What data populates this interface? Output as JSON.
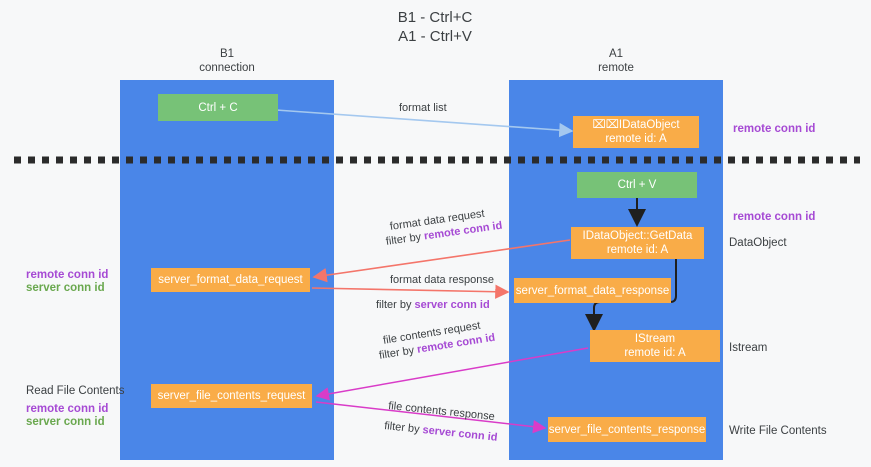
{
  "title": "B1 - Ctrl+C\nA1 - Ctrl+V",
  "columns": [
    {
      "name": "B1",
      "sub": "connection",
      "header": "B1\nconnection"
    },
    {
      "name": "A1",
      "sub": "remote",
      "header": "A1\nremote"
    }
  ],
  "nodes": {
    "ctrl_c": "Ctrl + C",
    "ctrl_v": "Ctrl + V",
    "idataobject_l1": "⌧⌧IDataObject",
    "idataobject_l2": "remote id: A",
    "getdata_l1": "IDataObject::GetData",
    "getdata_l2": "remote id: A",
    "istream_l1": "IStream",
    "istream_l2": "remote id: A",
    "server_format_data_request": "server_format_data_request",
    "server_format_data_response": "server_format_data_response",
    "server_file_contents_request": "server_file_contents_request",
    "server_file_contents_response": "server_file_contents_response"
  },
  "edges": {
    "format_list": "format list",
    "format_data_request": "format data request",
    "format_data_request_filter_pre": "filter by ",
    "format_data_request_filter_key": "remote conn id",
    "format_data_response": "format data response",
    "format_data_response_filter_pre": "filter by ",
    "format_data_response_filter_key": "server conn id",
    "file_contents_request": "file contents request",
    "file_contents_request_filter_pre": "filter by ",
    "file_contents_request_filter_key": "remote conn id",
    "file_contents_response": "file contents response",
    "file_contents_response_filter_pre": "filter by ",
    "file_contents_response_filter_key": "server conn id"
  },
  "right_labels": {
    "remote_conn_id_top": "remote conn id",
    "remote_conn_id_mid": "remote conn id",
    "dataobject": "DataObject",
    "istream": "Istream",
    "write_file_contents": "Write File Contents"
  },
  "left_labels": {
    "remote_conn_id": "remote conn id",
    "server_conn_id": "server conn id",
    "read_file_contents": "Read File Contents",
    "remote_conn_id_2": "remote conn id",
    "server_conn_id_2": "server conn id"
  },
  "colors": {
    "lane": "#4a86e8",
    "green_node": "#77c277",
    "orange_node": "#f9ac48",
    "purple_key": "#a64ad4",
    "green_key": "#6aa84f",
    "arrow_blue": "#a4c8ef",
    "arrow_red": "#f4756a",
    "arrow_magenta": "#d93cc8",
    "arrow_black": "#1f1f1f",
    "background": "#f7f8f9"
  }
}
